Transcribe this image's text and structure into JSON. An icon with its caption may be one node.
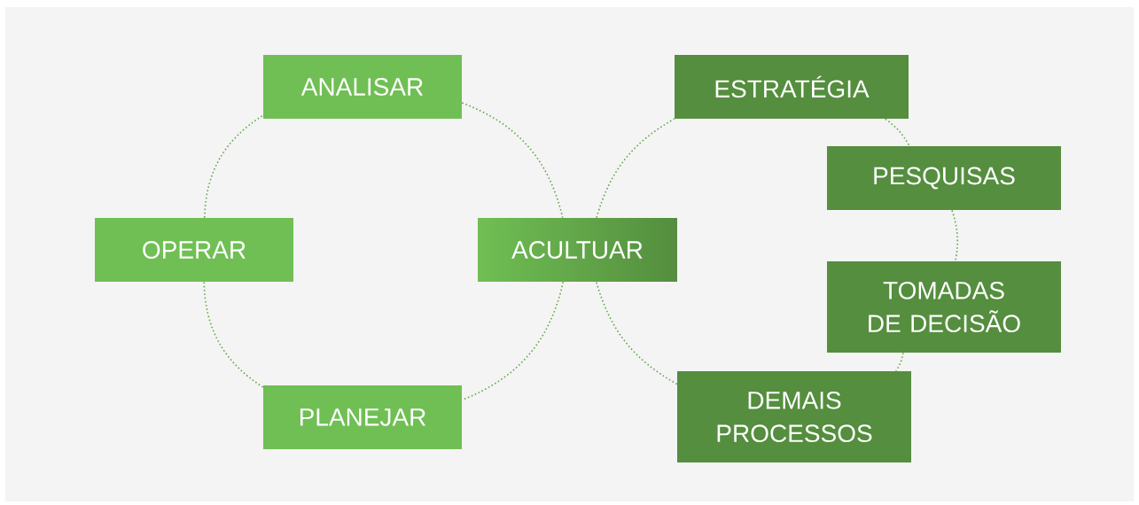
{
  "diagram": {
    "nodes": [
      {
        "text": [
          "ANALISAR"
        ]
      },
      {
        "text": [
          "ESTRATÉGIA"
        ]
      },
      {
        "text": [
          "PESQUISAS"
        ]
      },
      {
        "text": [
          "OPERAR"
        ]
      },
      {
        "text": [
          "ACULTUAR"
        ]
      },
      {
        "text": [
          "TOMADAS DE DECISÃO"
        ]
      },
      {
        "text": [
          "PLANEJAR"
        ]
      },
      {
        "text": [
          "DEMAIS PROCESSOS"
        ]
      }
    ],
    "edges": [
      {
        "from": 0,
        "to": 4,
        "arrow": "none"
      },
      {
        "from": 4,
        "to": 6,
        "arrow": "none"
      },
      {
        "from": 6,
        "to": 3,
        "arrow": "none"
      },
      {
        "from": 3,
        "to": 0,
        "arrow": "none"
      },
      {
        "from": 1,
        "to": 2,
        "arrow": "none"
      },
      {
        "from": 2,
        "to": 5,
        "arrow": "none"
      },
      {
        "from": 5,
        "to": 7,
        "arrow": "none"
      },
      {
        "from": 7,
        "to": 4,
        "arrow": "none"
      },
      {
        "from": 4,
        "to": 1,
        "arrow": "none"
      }
    ]
  }
}
